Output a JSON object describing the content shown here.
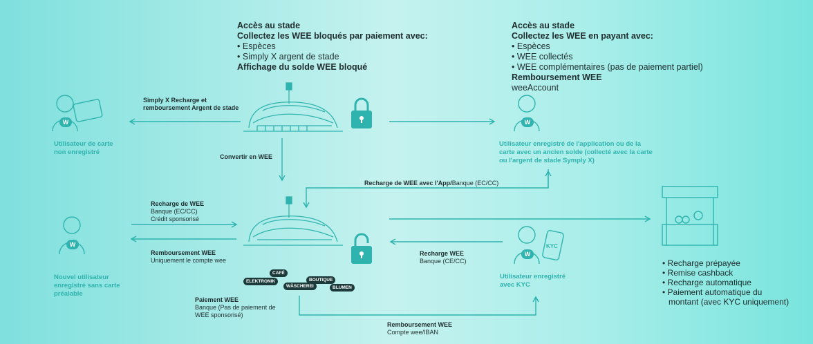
{
  "colors": {
    "accent": "#2fb3ae",
    "line": "#2fb3ae",
    "text": "#1f2d2e"
  },
  "top_center": {
    "title1": "Accès au stade",
    "title2": "Collectez les WEE bloqués par paiement avec:",
    "items": [
      "Espèces",
      "Simply X argent de stade"
    ],
    "title3": "Affichage du solde WEE bloqué"
  },
  "top_right": {
    "title1": "Accès au stade",
    "title2": "Collectez les WEE en payant avec:",
    "items": [
      "Espèces",
      "WEE collectés",
      "WEE complémentaires (pas de paiement partiel)"
    ],
    "title3": "Remboursement WEE",
    "sub": "weeAccount"
  },
  "arrows": {
    "recharge_stade_line1": "Simply X Recharge et",
    "recharge_stade_line2": "remboursement Argent de stade",
    "convert": "Convertir en WEE",
    "recharge_app_bold": "Recharge de WEE avec l'App/",
    "recharge_app_rest": "Banque (EC/CC)",
    "recharge_wee_title": "Recharge de WEE",
    "recharge_wee_l1": "Banque (EC/CC)",
    "recharge_wee_l2": "Crédit sponsorisé",
    "remb_title": "Remboursement WEE",
    "remb_sub": "Uniquement le compte wee",
    "recharge_kyc_title": "Recharge WEE",
    "recharge_kyc_sub": "Banque (CE/CC)",
    "paiement_title": "Paiement WEE",
    "paiement_l1": "Banque (Pas de paiement de",
    "paiement_l2": "WEE sponsorisé)",
    "remb_bottom_title": "Remboursement WEE",
    "remb_bottom_sub": "Compte wee/IBAN"
  },
  "users": {
    "card_unreg_l1": "Utilisateur de carte",
    "card_unreg_l2": "non enregistré",
    "app_user_l1": "Utilisateur enregistré de l'application ou de la",
    "app_user_l2": "carte avec un ancien solde (collecté avec la carte",
    "app_user_l3": "ou l'argent de stade Symply X)",
    "new_user_l1": "Nouvel utilisateur",
    "new_user_l2": "enregistré sans carte",
    "new_user_l3": "préalable",
    "kyc_user_l1": "Utilisateur enregistré",
    "kyc_user_l2": "avec KYC"
  },
  "shops": [
    "ELEKTRONIK",
    "CAFÉ",
    "WÄSCHEREI",
    "BOUTIQUE",
    "BLUMEN"
  ],
  "kyc_badge": "KYC",
  "features": [
    "Recharge prépayée",
    "Remise cashback",
    "Recharge automatique",
    "Paiement automatique du",
    "montant (avec KYC uniquement)"
  ]
}
